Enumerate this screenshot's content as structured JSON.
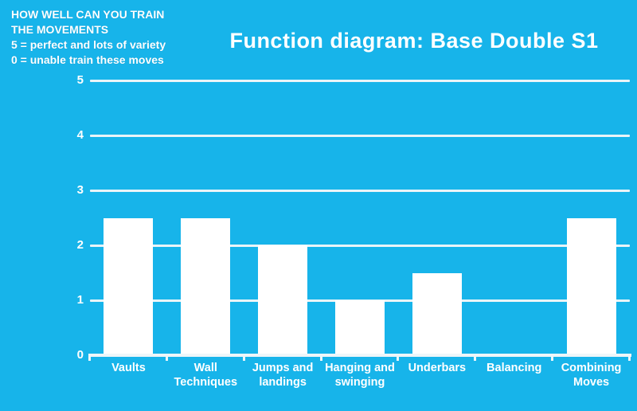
{
  "title": "Function diagram: Base Double S1",
  "annotation": {
    "lines": [
      "HOW WELL CAN YOU TRAIN",
      "THE MOVEMENTS",
      "5 = perfect and lots of variety",
      "0 = unable train these moves"
    ]
  },
  "colors": {
    "background": "#17b4ea",
    "bar": "#ffffff",
    "gridline": "#e9f4f8",
    "axis": "#eef6f9",
    "text": "#ffffff"
  },
  "chart_data": {
    "type": "bar",
    "title": "Function diagram: Base Double S1",
    "categories": [
      "Vaults",
      "Wall Techniques",
      "Jumps and landings",
      "Hanging and swinging",
      "Underbars",
      "Balancing",
      "Combining Moves"
    ],
    "values": [
      2.5,
      2.5,
      2,
      1,
      1.5,
      0,
      2.5
    ],
    "xlabel": "",
    "ylabel": "",
    "ylim": [
      0,
      5
    ],
    "yticks": [
      0,
      1,
      2,
      3,
      4,
      5
    ],
    "grid": true,
    "legend": false,
    "annotation": "HOW WELL CAN YOU TRAIN THE MOVEMENTS 5 = perfect and lots of variety 0 = unable train these moves"
  }
}
